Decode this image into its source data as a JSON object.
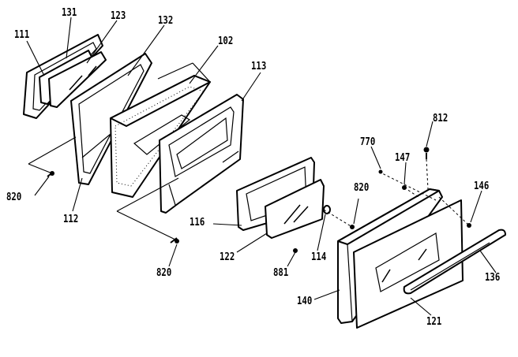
{
  "labels": {
    "l111": "111",
    "l131": "131",
    "l123": "123",
    "l132": "132",
    "l102": "102",
    "l113": "113",
    "l820a": "820",
    "l112": "112",
    "l116": "116",
    "l820b": "820",
    "l122": "122",
    "l881": "881",
    "l114": "114",
    "l820c": "820",
    "l770": "770",
    "l147": "147",
    "l812": "812",
    "l146": "146",
    "l136": "136",
    "l140": "140",
    "l121": "121"
  }
}
